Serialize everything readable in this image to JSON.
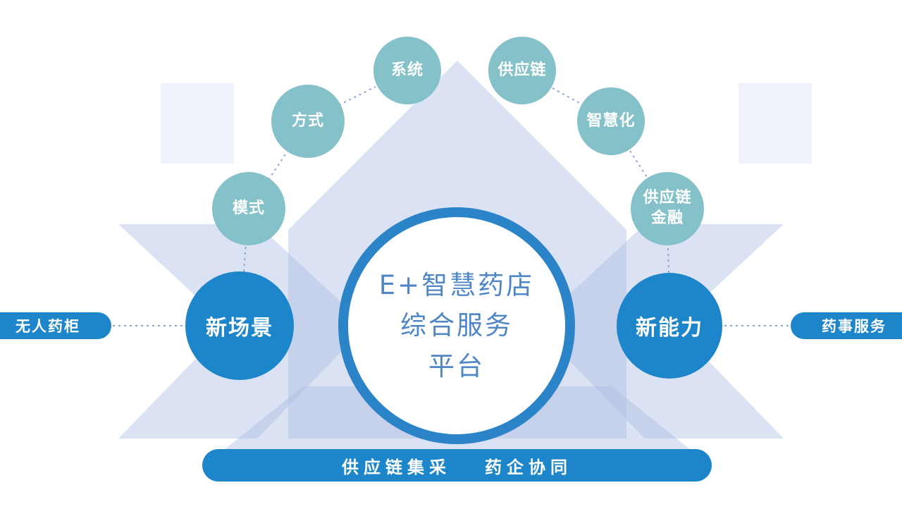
{
  "center": {
    "title": "E+智慧药店\n综合服务\n平台"
  },
  "left_node": {
    "label": "新场景"
  },
  "right_node": {
    "label": "新能力"
  },
  "arc_nodes": [
    {
      "label": "模式"
    },
    {
      "label": "方式"
    },
    {
      "label": "系统"
    },
    {
      "label": "供应链"
    },
    {
      "label": "智慧化"
    },
    {
      "label": "供应链\n金融"
    }
  ],
  "left_pill": {
    "label": "无人药柜"
  },
  "right_pill": {
    "label": "药事服务"
  },
  "bottom_bar": {
    "item1": "供应链集采",
    "item2": "药企协同"
  },
  "colors": {
    "primary_blue": "#1d86cb",
    "ring_blue": "#2b84c8",
    "center_text_blue": "#4f86c5",
    "teal": "#84c1c8",
    "background_shape": "#aebfe5",
    "dotted_line": "#8ba6d8"
  }
}
